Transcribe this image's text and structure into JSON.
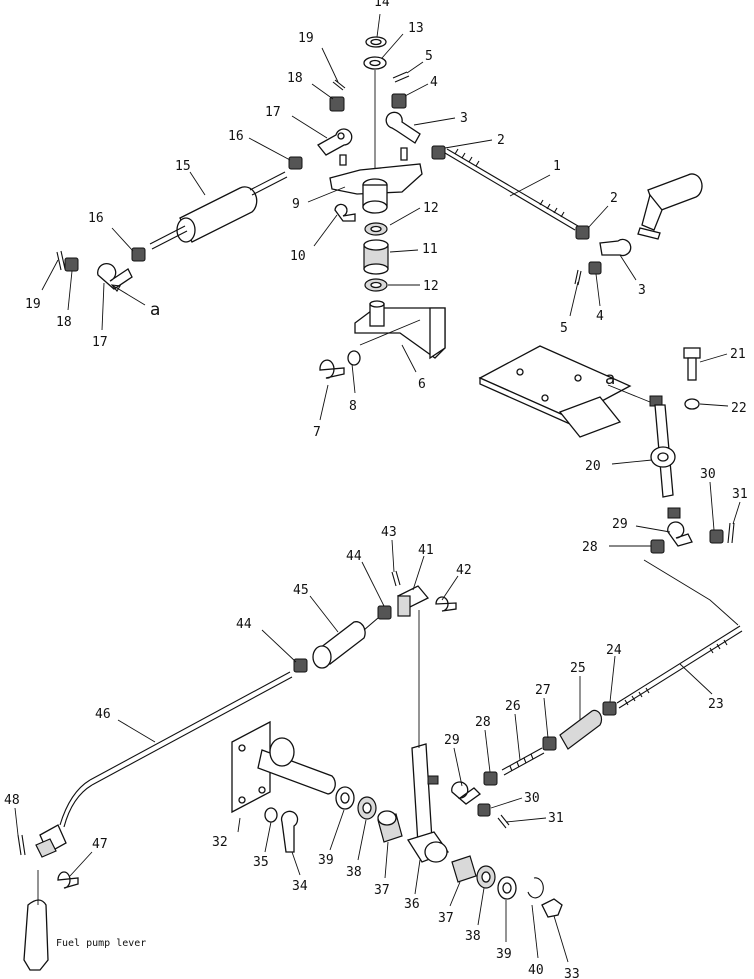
{
  "labels": {
    "l14": "14",
    "l13": "13",
    "l19a": "19",
    "l5a": "5",
    "l18a": "18",
    "l4a": "4",
    "l17a": "17",
    "l3a": "3",
    "l16a": "16",
    "l2a": "2",
    "l15": "15",
    "l1": "1",
    "l9": "9",
    "l12a": "12",
    "l2b": "2",
    "l16b": "16",
    "l10": "10",
    "l11": "11",
    "l12b": "12",
    "l19b": "19",
    "l18b": "18",
    "l17b": "17",
    "la1": "a",
    "l3b": "3",
    "l5b": "5",
    "l4b": "4",
    "l6": "6",
    "l8": "8",
    "l7": "7",
    "l21": "21",
    "la2": "a",
    "l22": "22",
    "l20": "20",
    "l30a": "30",
    "l31a": "31",
    "l29a": "29",
    "l28a": "28",
    "l43": "43",
    "l41": "41",
    "l44a": "44",
    "l42": "42",
    "l45": "45",
    "l44b": "44",
    "l24": "24",
    "l25": "25",
    "l27": "27",
    "l23": "23",
    "l46": "46",
    "l26": "26",
    "l28b": "28",
    "l29b": "29",
    "l30b": "30",
    "l31b": "31",
    "l48": "48",
    "l47": "47",
    "l32": "32",
    "l39a": "39",
    "l38a": "38",
    "l35": "35",
    "l34": "34",
    "l37a": "37",
    "l36": "36",
    "l37b": "37",
    "l38b": "38",
    "l39b": "39",
    "l40": "40",
    "l33": "33"
  },
  "caption": "Fuel pump lever"
}
